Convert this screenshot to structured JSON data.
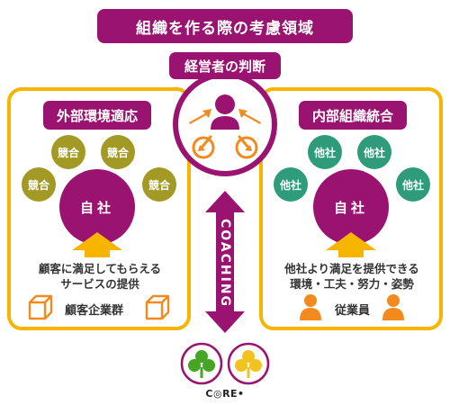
{
  "colors": {
    "purple": "#9b1370",
    "orange": "#f28a1e",
    "gold": "#f7b500",
    "olive": "#a29a24",
    "teal": "#2e9b7a",
    "green": "#46a624",
    "yellow": "#f2c21e"
  },
  "title": "組織を作る際の考慮領域",
  "center": {
    "label": "経営者の判断",
    "coaching": "COACHING",
    "logo_text": "C◎RE•"
  },
  "left": {
    "heading": "外部環境適応",
    "competitors": [
      "競合",
      "競合",
      "競合",
      "競合"
    ],
    "self": "自社",
    "description": [
      "顧客に満足してもらえる",
      "サービスの提供"
    ],
    "group_label": "顧客企業群"
  },
  "right": {
    "heading": "内部組織統合",
    "others": [
      "他社",
      "他社",
      "他社",
      "他社"
    ],
    "self": "自社",
    "description": [
      "他社より満足を提供できる",
      "環境・工夫・努力・姿勢"
    ],
    "group_label": "従業員"
  }
}
